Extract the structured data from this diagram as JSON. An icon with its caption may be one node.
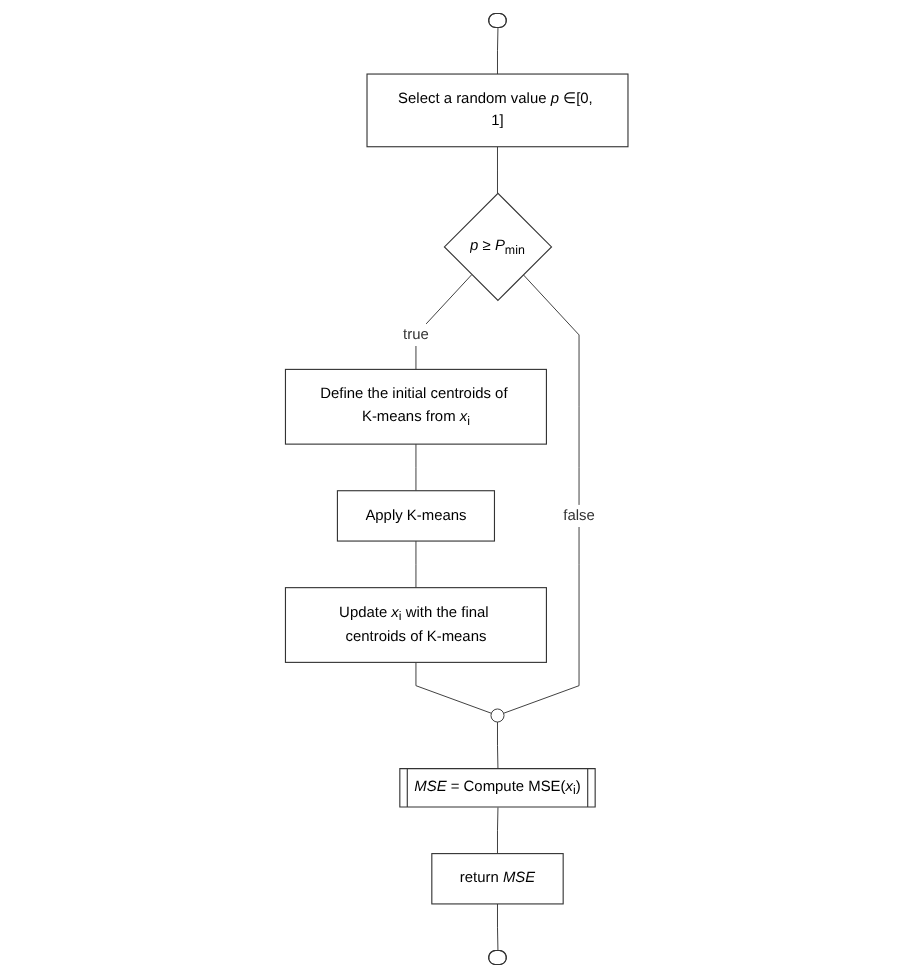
{
  "diagram": {
    "nodes": [
      {
        "text": [],
        "shape": "ellipse"
      },
      {
        "text": [
          "Select a random value *p* ∈[0, 1]"
        ]
      },
      {
        "text": [
          "*p* ≥ *P*$_{min}$"
        ]
      },
      {
        "text": [
          "Define the initial centroids of K-means from *x*$_{i}$"
        ]
      },
      {
        "text": [
          "Apply K-means"
        ]
      },
      {
        "text": [
          "Update *x*$_{i}$ with the final centroids of K-means"
        ]
      },
      {
        "text": [],
        "shape": "circle"
      },
      {
        "text": [
          "*MSE* = Compute MSE(*x*$_{i}$)"
        ]
      },
      {
        "text": [
          "return *MSE*"
        ]
      },
      {
        "text": [],
        "shape": "ellipse"
      }
    ],
    "edges": [
      {
        "from": 0,
        "to": 1,
        "arrow": "none"
      },
      {
        "from": 1,
        "to": 2,
        "arrow": "none"
      },
      {
        "from": 2,
        "to": 3,
        "label": "true",
        "arrow": "none"
      },
      {
        "from": 3,
        "to": 4,
        "arrow": "none"
      },
      {
        "from": 4,
        "to": 5,
        "arrow": "none"
      },
      {
        "from": 5,
        "to": 6,
        "arrow": "none"
      },
      {
        "from": 2,
        "to": 6,
        "label": "false",
        "arrow": "none"
      },
      {
        "from": 6,
        "to": 7,
        "arrow": "none"
      },
      {
        "from": 7,
        "to": 8,
        "arrow": "none"
      },
      {
        "from": 8,
        "to": 9,
        "arrow": "none"
      }
    ]
  }
}
